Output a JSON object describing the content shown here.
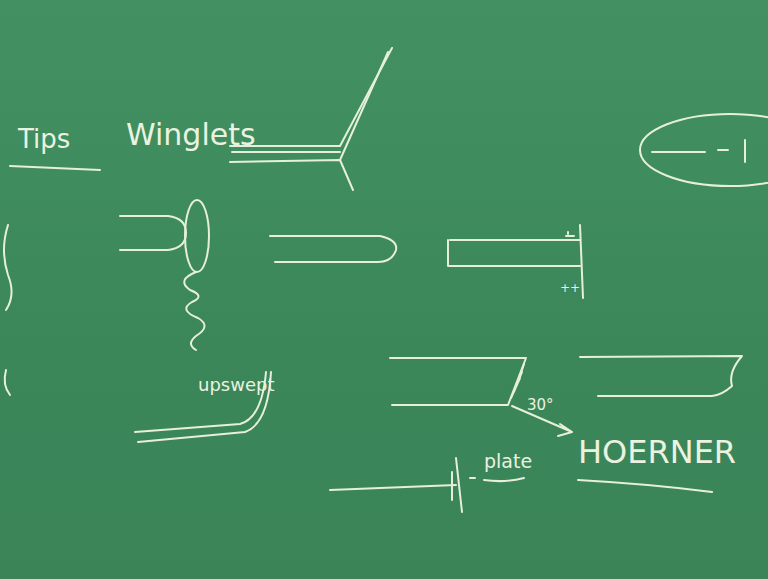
{
  "diagram": {
    "labels": [
      "Tips",
      "Winglets",
      "++",
      "upswept",
      "30°",
      "plate",
      "HOERNER"
    ]
  }
}
